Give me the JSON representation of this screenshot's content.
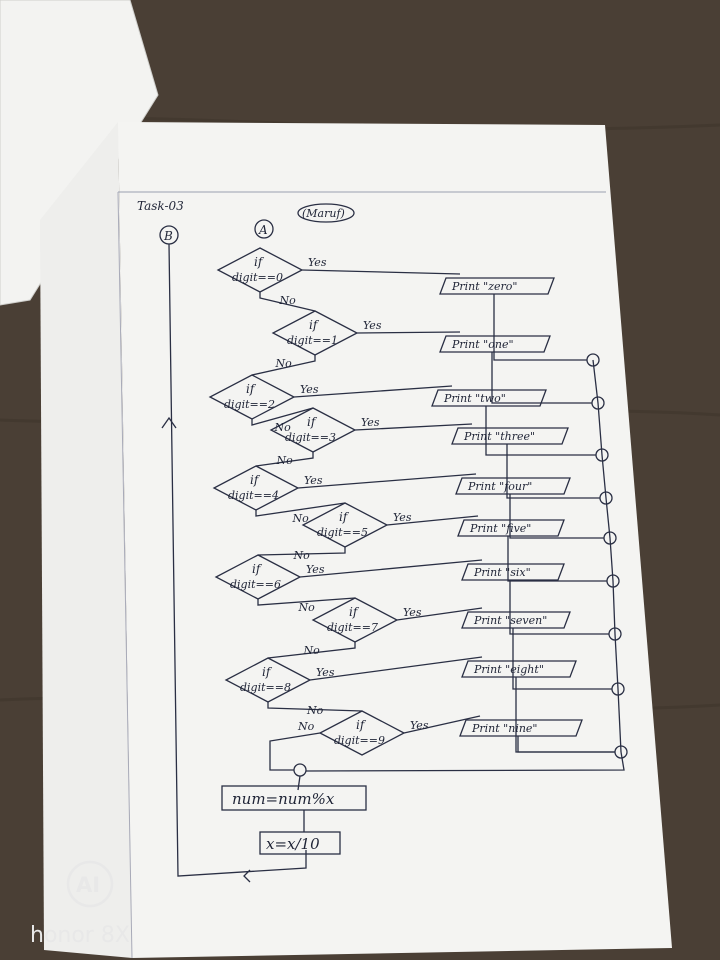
{
  "header": {
    "task_label": "Task-03",
    "name_label": "(Maruf)"
  },
  "connectors": {
    "a": "A",
    "b": "B"
  },
  "labels": {
    "yes": "Yes",
    "no": "No"
  },
  "decisions": [
    {
      "if": "if",
      "cond": "digit==0"
    },
    {
      "if": "if",
      "cond": "digit==1"
    },
    {
      "if": "if",
      "cond": "digit==2"
    },
    {
      "if": "if",
      "cond": "digit==3"
    },
    {
      "if": "if",
      "cond": "digit==4"
    },
    {
      "if": "if",
      "cond": "digit==5"
    },
    {
      "if": "if",
      "cond": "digit==6"
    },
    {
      "if": "if",
      "cond": "digit==7"
    },
    {
      "if": "if",
      "cond": "digit==8"
    },
    {
      "if": "if",
      "cond": "digit==9"
    }
  ],
  "outputs": [
    "Print \"zero\"",
    "Print \"one\"",
    "Print \"two\"",
    "Print \"three\"",
    "Print \"four\"",
    "Print \"five\"",
    "Print \"six\"",
    "Print \"seven\"",
    "Print \"eight\"",
    "Print \"nine\""
  ],
  "process": {
    "step1": "num=num%x",
    "step2": "x=x/10"
  },
  "watermark": {
    "logo": "AI",
    "brand": "honor 8X"
  }
}
